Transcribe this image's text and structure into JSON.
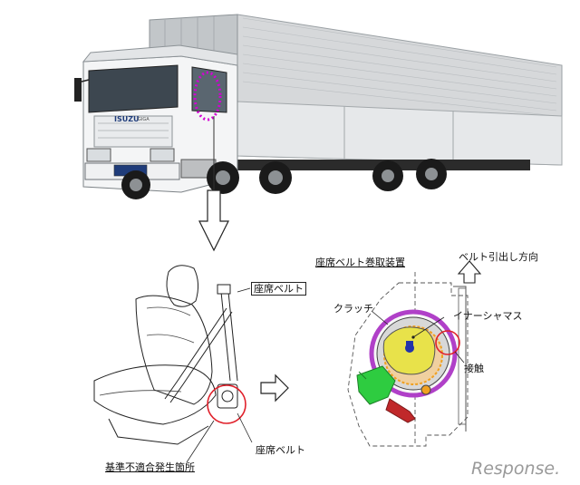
{
  "truck": {
    "grille_brand": "ISUZU",
    "cab_side_text": "GIGA"
  },
  "labels": {
    "seat_belt_top": "座席ベルト",
    "seat_belt_bottom": "座席ベルト",
    "nonconformity": "基準不適合発生箇所",
    "retractor_title": "座席ベルト巻取装置",
    "pull_direction": "ベルト引出し方向",
    "clutch": "クラッチ",
    "inertia_mass": "イナーシャマス",
    "contact": "接触"
  },
  "watermark": "Response.",
  "colors": {
    "highlight_magenta": "#d400d4",
    "marker_red": "#e0202a",
    "clutch_green": "#2ecc40",
    "mass_yellow": "#e8e24a",
    "mass_blue": "#2233aa",
    "ring_purple": "#b040c8",
    "gear_orange": "#f0a020",
    "lever_red": "#c0282a"
  },
  "icons": {
    "down_arrow": "hollow-down-arrow-icon",
    "right_arrow": "hollow-right-arrow-icon",
    "up_arrow": "hollow-up-arrow-icon"
  }
}
